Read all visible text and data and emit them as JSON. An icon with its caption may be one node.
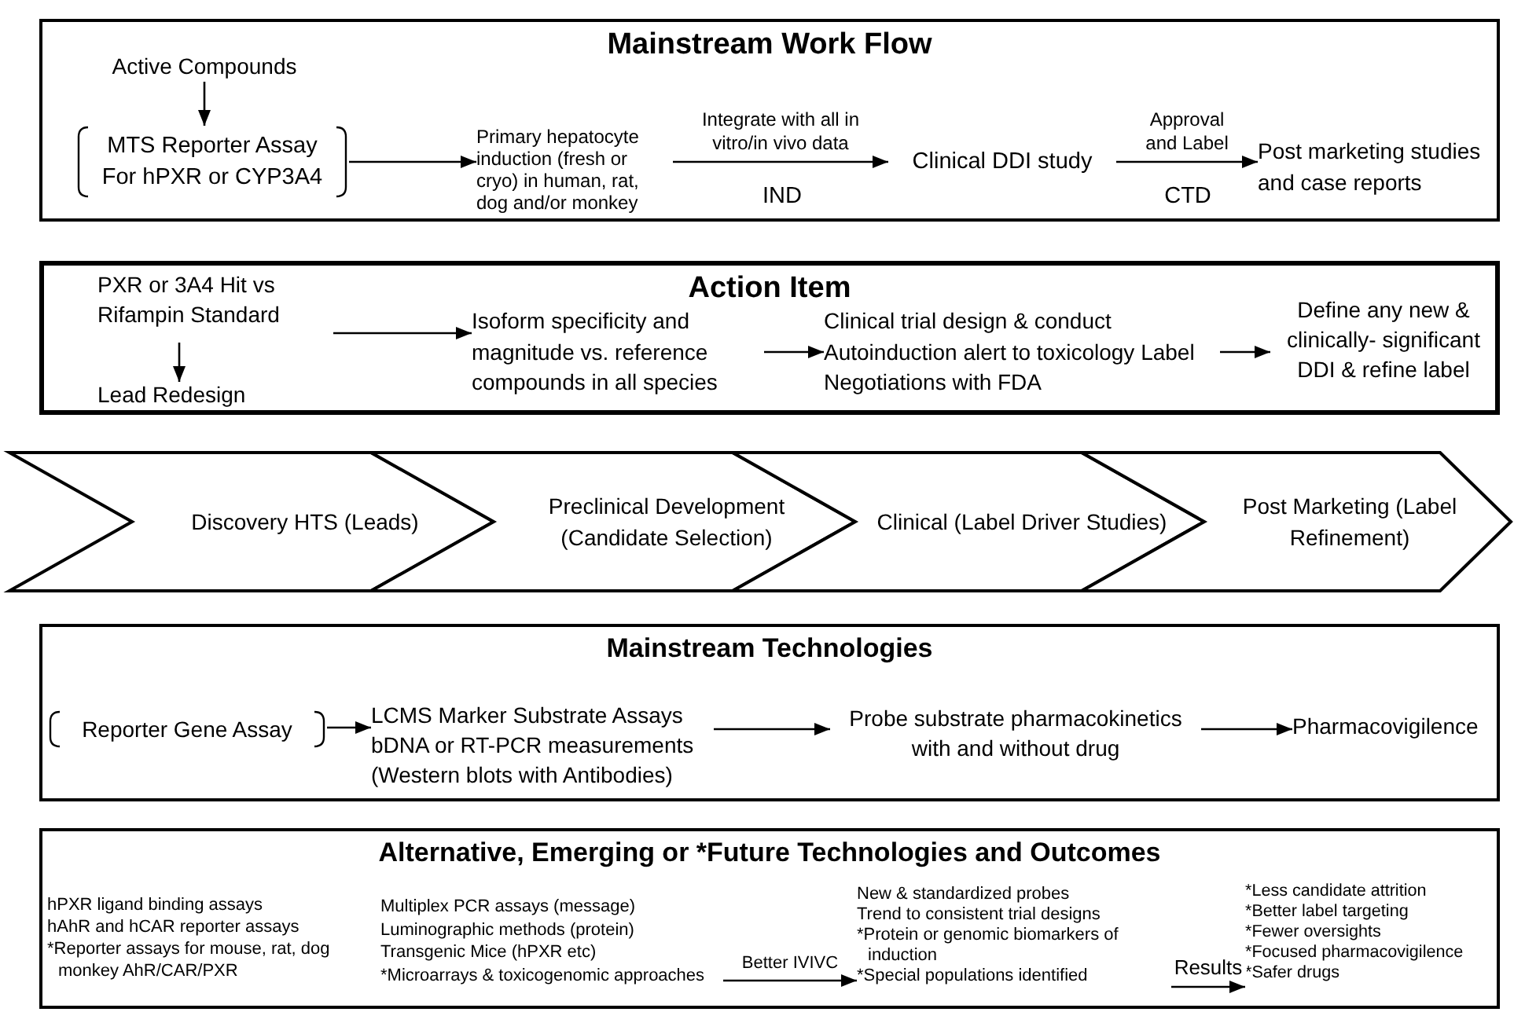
{
  "diagram": {
    "nodes": [
      {
        "text": [
          "Mainstream Work Flow"
        ]
      },
      {
        "text": [
          "Active Compounds"
        ],
        "in": 0
      },
      {
        "text": [
          "MTS Reporter Assay For hPXR or CYP3A4"
        ],
        "in": 0
      },
      {
        "text": [
          "Primary hepatocyte induction (fresh or cryo) in human, rat, dog and/or monkey"
        ],
        "in": 0
      },
      {
        "text": [
          "Clinical DDI study"
        ],
        "in": 0
      },
      {
        "text": [
          "Post marketing studies and case reports"
        ],
        "in": 0
      },
      {
        "text": [
          "Action Item"
        ]
      },
      {
        "text": [
          "PXR or 3A4 Hit vs Rifampin Standard"
        ],
        "in": 6
      },
      {
        "text": [
          "Lead Redesign"
        ],
        "in": 6
      },
      {
        "text": [
          "Isoform specificity and magnitude vs. reference compounds in all species"
        ],
        "in": 6
      },
      {
        "text": [
          "Clinical trial design & conduct Autoinduction alert to toxicology Label Negotiations with FDA"
        ],
        "in": 6
      },
      {
        "text": [
          "Define any new & clinically- significant DDI & refine label"
        ],
        "in": 6
      },
      {
        "text": [
          "Discovery HTS (Leads)"
        ]
      },
      {
        "text": [
          "Preclinical Development (Candidate Selection)"
        ]
      },
      {
        "text": [
          "Clinical (Label Driver Studies)"
        ]
      },
      {
        "text": [
          "Post Marketing (Label Refinement)"
        ]
      },
      {
        "text": [
          "Mainstream Technologies"
        ]
      },
      {
        "text": [
          "Reporter Gene Assay"
        ],
        "in": 16
      },
      {
        "text": [
          "LCMS Marker Substrate Assays bDNA or RT-PCR measurements (Western blots with Antibodies)"
        ],
        "in": 16
      },
      {
        "text": [
          "Probe substrate pharmacokinetics with and without drug"
        ],
        "in": 16
      },
      {
        "text": [
          "Pharmacovigilence"
        ],
        "in": 16
      },
      {
        "text": [
          "Alternative, Emerging or *Future Technologies and Outcomes"
        ]
      },
      {
        "text": [
          "Multiplex PCR assays (message)",
          "Luminographic methods (protein)",
          "Transgenic Mice (hPXR etc)",
          "*Microarrays & toxicogenomic approaches"
        ],
        "in": 21
      },
      {
        "text": [
          "New & standardized probes",
          "Trend to consistent trial designs",
          "*Protein or genomic biomarkers of induction",
          "*Special populations identified"
        ],
        "in": 21
      },
      {
        "text": [
          "*Less candidate attrition",
          "*Better label targeting",
          "*Fewer oversights",
          "*Focused pharmacovigilence",
          "*Safer drugs"
        ],
        "in": 21
      }
    ],
    "edges": [
      {
        "from": 1,
        "to": 2,
        "arrow": "to"
      },
      {
        "from": 2,
        "to": 3,
        "arrow": "to"
      },
      {
        "from": 3,
        "to": 4,
        "arrow": "to",
        "label": "Integrate with all in vitro/in vivo data"
      },
      {
        "from": 4,
        "to": 5,
        "arrow": "to",
        "label": "Approval and Label"
      },
      {
        "from": 7,
        "to": 8,
        "arrow": "to"
      },
      {
        "from": 7,
        "to": 9,
        "arrow": "to"
      },
      {
        "from": 9,
        "to": 10,
        "arrow": "to"
      },
      {
        "from": 10,
        "to": 11,
        "arrow": "to"
      },
      {
        "from": 17,
        "to": 18,
        "arrow": "to"
      },
      {
        "from": 18,
        "to": 19,
        "arrow": "to"
      },
      {
        "from": 19,
        "to": 20,
        "arrow": "to"
      },
      {
        "from": 22,
        "to": 23,
        "arrow": "to",
        "label": "Better IVIVC"
      },
      {
        "from": 23,
        "to": 24,
        "arrow": "to",
        "label": "Results"
      }
    ],
    "labels": [
      "IND",
      "CTD",
      "hPXR ligand binding assays",
      "hAhR and hCAR reporter assays",
      "*Reporter assays for mouse, rat, dog monkey AhR/CAR/PXR"
    ]
  }
}
